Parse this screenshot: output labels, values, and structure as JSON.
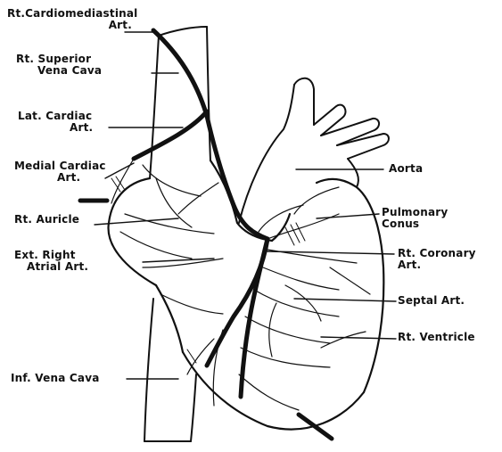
{
  "labels": {
    "cardiomediastinal_1": "Rt.Cardiomediastinal",
    "cardiomediastinal_2": "Art.",
    "superior_vena_cava_1": "Rt. Superior",
    "superior_vena_cava_2": "Vena Cava",
    "lat_cardiac_1": "Lat. Cardiac",
    "lat_cardiac_2": "Art.",
    "medial_cardiac_1": "Medial Cardiac",
    "medial_cardiac_2": "Art.",
    "rt_auricle": "Rt. Auricle",
    "ext_right_atrial_1": "Ext. Right",
    "ext_right_atrial_2": "Atrial Art.",
    "inf_vena_cava": "Inf. Vena Cava",
    "aorta": "Aorta",
    "pulmonary_conus_1": "Pulmonary",
    "pulmonary_conus_2": "Conus",
    "rt_coronary_1": "Rt. Coronary",
    "rt_coronary_2": "Art.",
    "septal_art": "Septal Art.",
    "rt_ventricle": "Rt. Ventricle"
  },
  "colors": {
    "ink": "#111111",
    "paper": "#ffffff"
  }
}
